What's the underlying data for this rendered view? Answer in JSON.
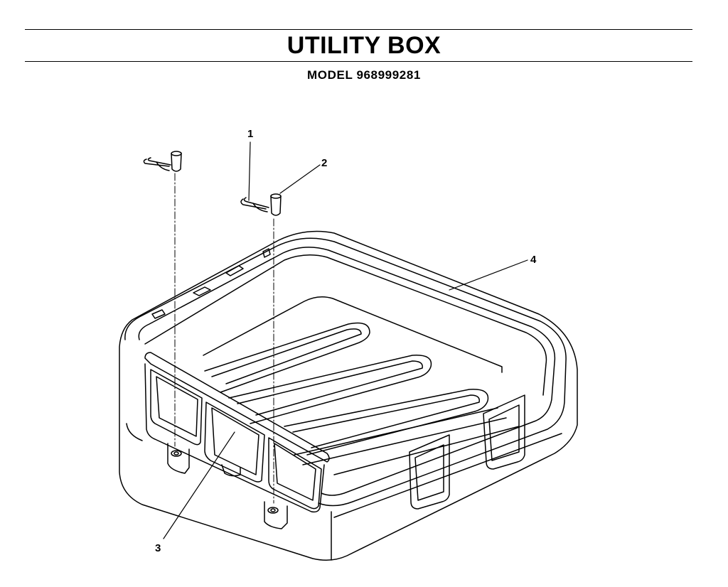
{
  "header": {
    "title": "UTILITY BOX",
    "subtitle": "MODEL 968999281"
  },
  "callouts": [
    {
      "id": "1",
      "label": "1",
      "part": "hairpin-clip"
    },
    {
      "id": "2",
      "label": "2",
      "part": "clevis-pin"
    },
    {
      "id": "3",
      "label": "3",
      "part": "tailgate"
    },
    {
      "id": "4",
      "label": "4",
      "part": "utility-box"
    }
  ]
}
